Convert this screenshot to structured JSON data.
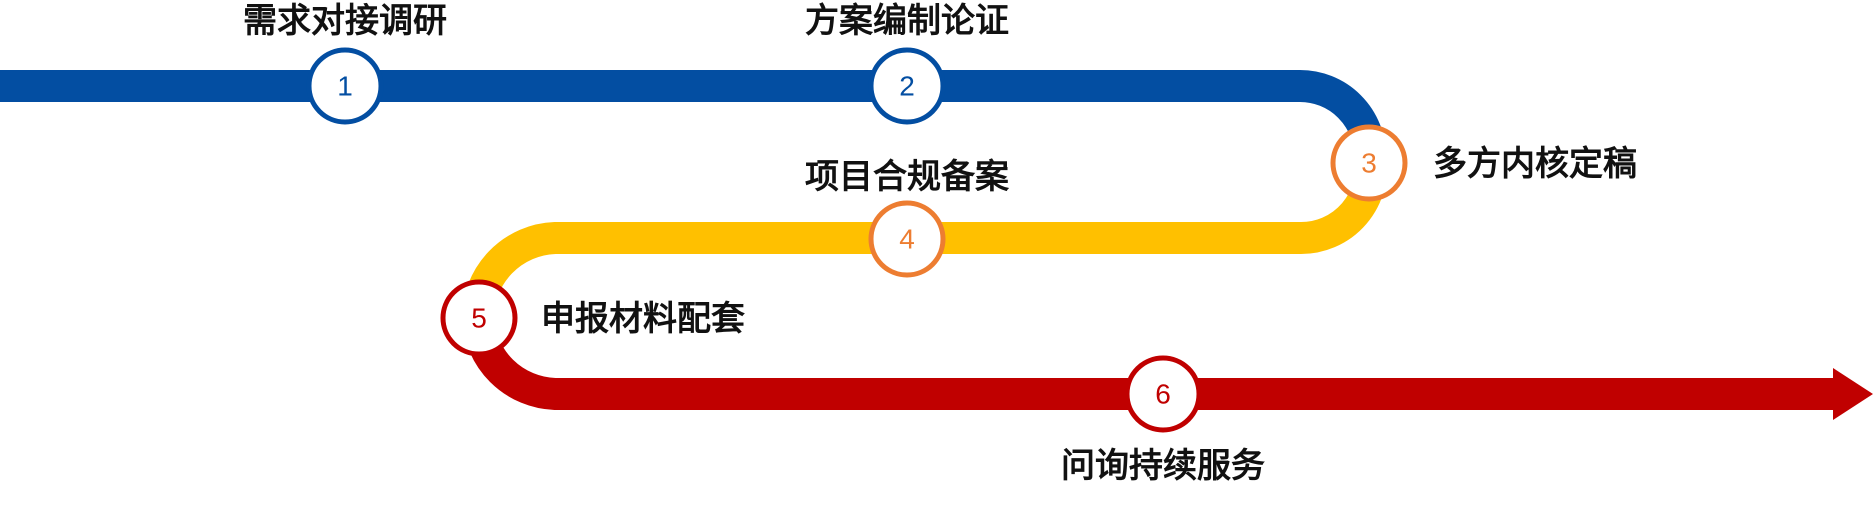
{
  "colors": {
    "blue": "#034EA2",
    "yellow": "#FFC000",
    "orange": "#ED7D31",
    "red": "#C00000",
    "label": "#111111"
  },
  "steps": [
    {
      "number": "1",
      "label": "需求对接调研",
      "color": "#034EA2"
    },
    {
      "number": "2",
      "label": "方案编制论证",
      "color": "#034EA2"
    },
    {
      "number": "3",
      "label": "多方内核定稿",
      "color": "#ED7D31"
    },
    {
      "number": "4",
      "label": "项目合规备案",
      "color": "#ED7D31"
    },
    {
      "number": "5",
      "label": "申报材料配套",
      "color": "#C00000"
    },
    {
      "number": "6",
      "label": "问询持续服务",
      "color": "#C00000"
    }
  ]
}
